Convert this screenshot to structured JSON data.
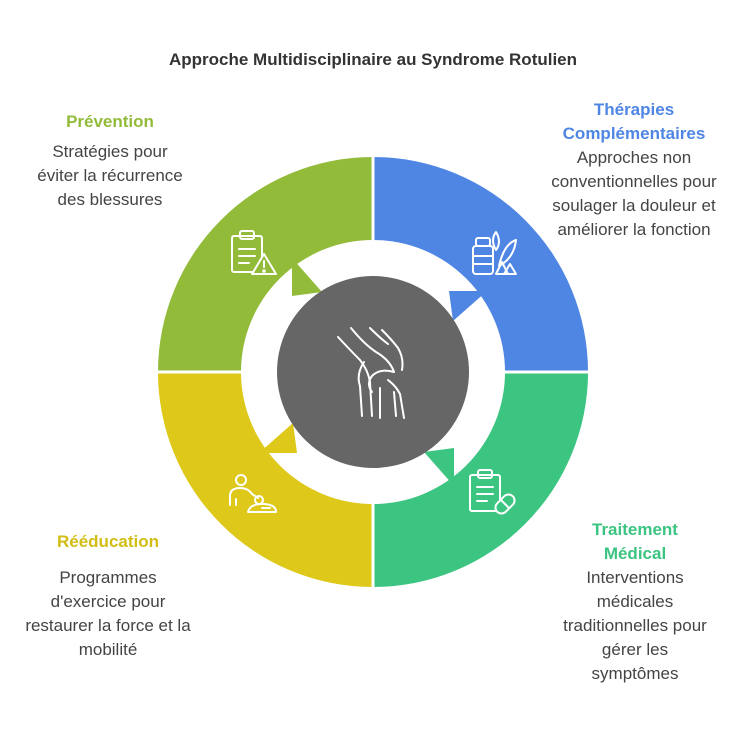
{
  "title": "Approche Multidisciplinaire au Syndrome Rotulien",
  "colors": {
    "prevention": "#93bb3a",
    "therapies": "#4f86e4",
    "traitement": "#3cc481",
    "reeducation": "#dec81a",
    "center": "#666666"
  },
  "sections": {
    "prevention": {
      "heading": "Prévention",
      "description": "Stratégies pour éviter la récurrence des blessures",
      "icon": "clipboard-warning-icon"
    },
    "therapies": {
      "heading": "Thérapies Complémentaires",
      "description": "Approches non conventionnelles pour soulager la douleur et améliorer la fonction",
      "icon": "medicine-herbs-icon"
    },
    "traitement": {
      "heading": "Traitement Médical",
      "description": "Interventions médicales traditionnelles pour gérer les symptômes",
      "icon": "clipboard-pill-icon"
    },
    "reeducation": {
      "heading": "Rééducation",
      "description": "Programmes d'exercice pour restaurer la force et la mobilité",
      "icon": "therapist-patient-icon"
    }
  },
  "center_icon": "knee-joint-icon"
}
